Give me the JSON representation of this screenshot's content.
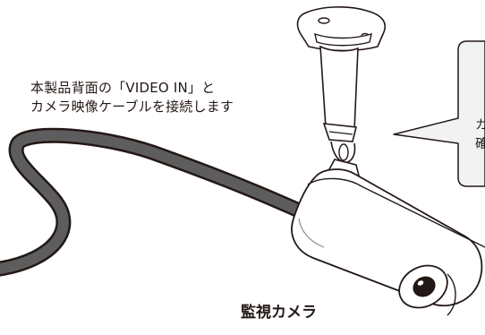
{
  "caption": {
    "line1": "本製品背面の「VIDEO IN」と",
    "line2": "カメラ映像ケーブルを接続します"
  },
  "camera_label": "監視カメラ",
  "callout": {
    "line1": "カ",
    "line2": "確"
  },
  "colors": {
    "ink": "#231815",
    "cable": "#5d5d5d",
    "bubble_fill": "#f2f2f2",
    "line_gray": "#8c8c8c"
  }
}
